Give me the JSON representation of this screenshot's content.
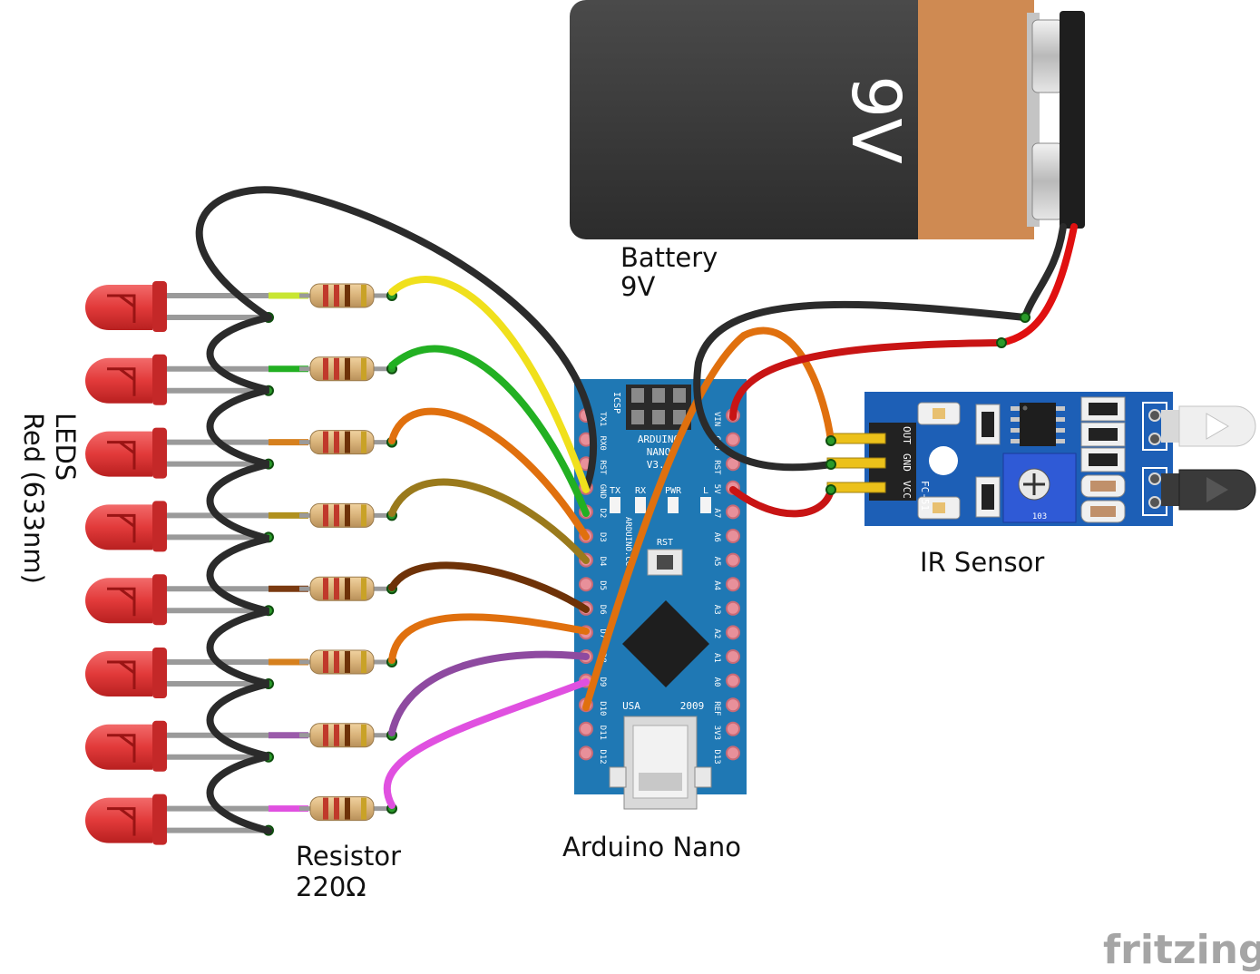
{
  "labels": {
    "battery_name": "Battery",
    "battery_value": "9V",
    "battery_face": "9V",
    "leds_name": "LEDS",
    "leds_spec": "Red (633nm)",
    "resistor_name": "Resistor",
    "resistor_value": "220Ω",
    "arduino_name": "Arduino Nano",
    "ir_name": "IR Sensor",
    "brand": "fritzing"
  },
  "arduino": {
    "board_title_1": "ARDUINO",
    "board_title_2": "NANO",
    "board_title_3": "V3.0",
    "icsp": "ICSP",
    "site": "ARDUINO.CC",
    "tx": "TX",
    "rx": "RX",
    "pwr": "PWR",
    "l": "L",
    "rst_button": "RST",
    "usa": "USA",
    "year": "2009",
    "left_pins": [
      "D12",
      "D11",
      "D10",
      "D9",
      "D8",
      "D7",
      "D6",
      "D5",
      "D4",
      "D3",
      "D2",
      "GND",
      "RST",
      "RX0",
      "TX1"
    ],
    "right_pins": [
      "D13",
      "3V3",
      "REF",
      "A0",
      "A1",
      "A2",
      "A3",
      "A4",
      "A5",
      "A6",
      "A7",
      "5V",
      "RST",
      "GND",
      "VIN"
    ]
  },
  "ir_sensor": {
    "pin_out": "OUT",
    "pin_gnd": "GND",
    "pin_vcc": "VCC",
    "model": "FC-51",
    "pot_code": "103"
  },
  "colors": {
    "led_red": "#e23a3a",
    "pcb_blue": "#1f78b4",
    "ir_blue": "#1d5fb6",
    "battery_black": "#3a3a3a",
    "battery_copper": "#cf8a52",
    "wire_black": "#2b2b2b",
    "wire_red": "#c81414",
    "wire_yellow": "#f0e01c",
    "wire_green": "#22b022",
    "wire_orange": "#e0700e",
    "wire_olive": "#9a7a1c",
    "wire_brown": "#6e3208",
    "wire_purple": "#8e4aa0",
    "wire_magenta": "#e050e0"
  }
}
